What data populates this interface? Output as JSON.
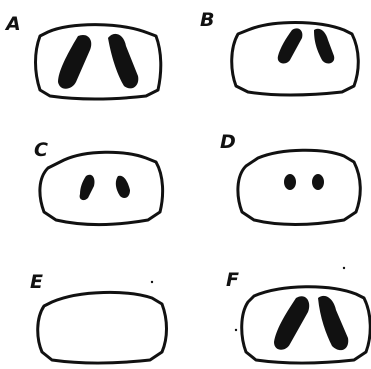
{
  "figure": {
    "panels": [
      {
        "label": "A"
      },
      {
        "label": "B"
      },
      {
        "label": "C"
      },
      {
        "label": "D"
      },
      {
        "label": "E"
      },
      {
        "label": "F"
      }
    ]
  }
}
